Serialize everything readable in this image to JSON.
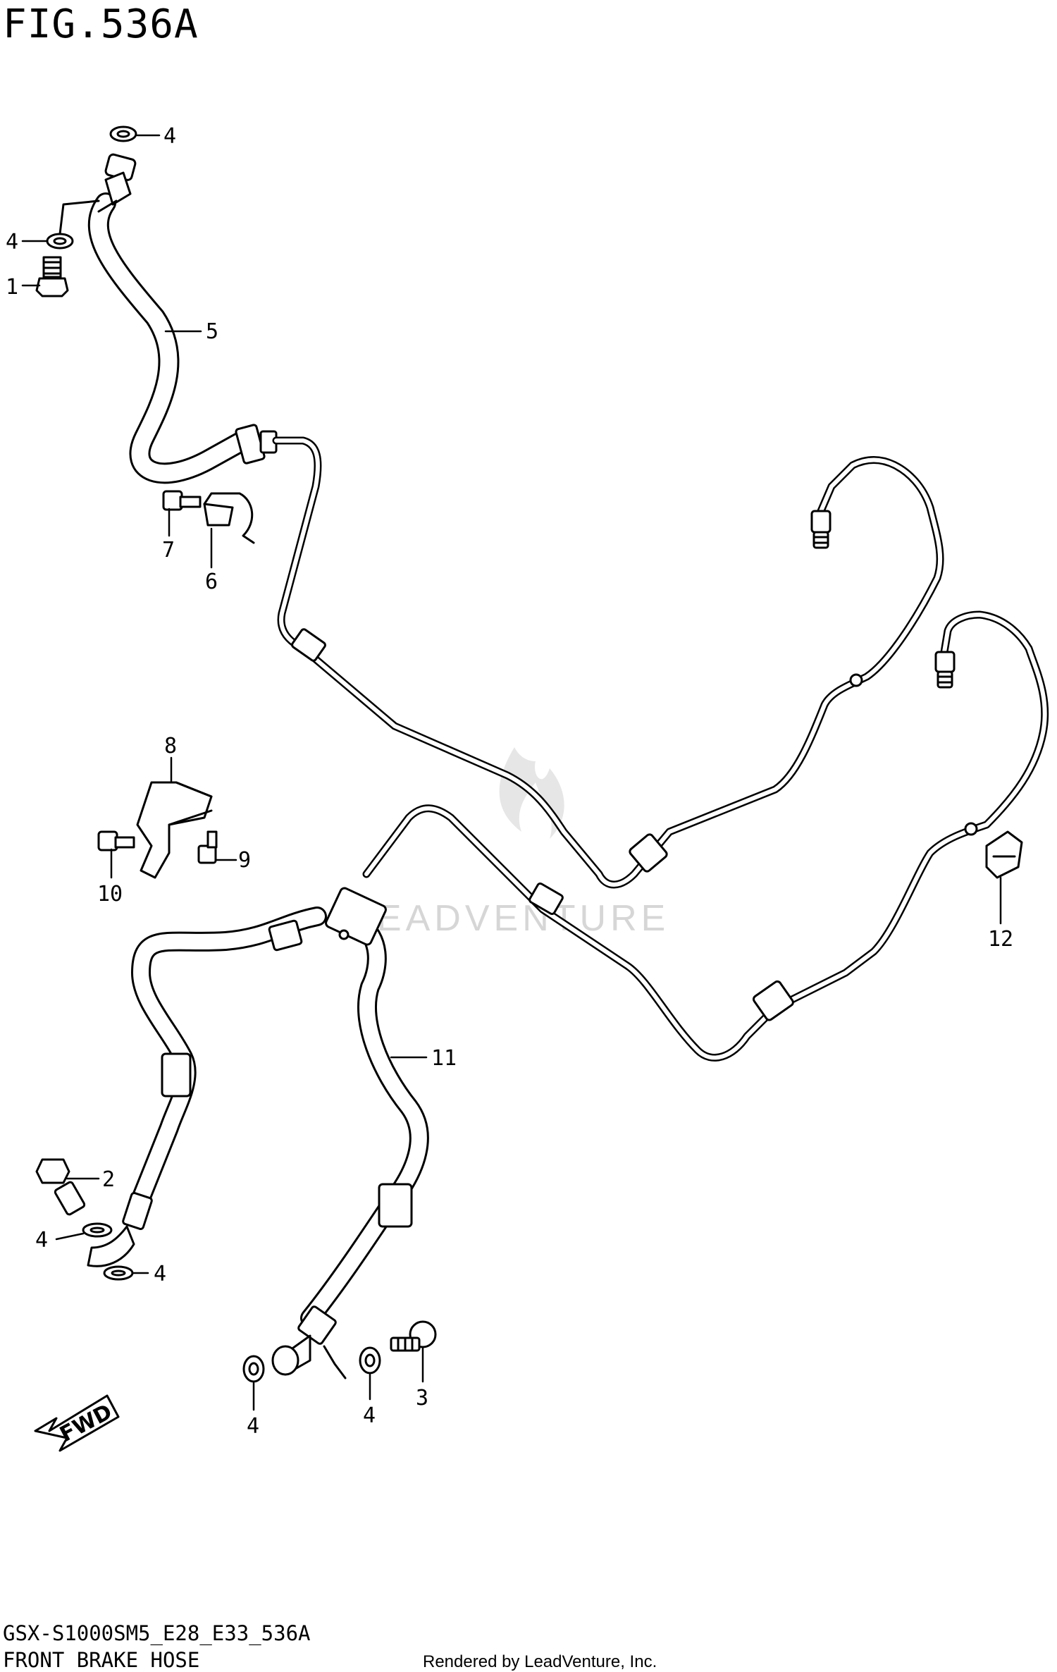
{
  "figure": {
    "title": "FIG.536A",
    "model_code": "GSX-S1000SM5_E28_E33_536A",
    "assembly_name": "FRONT BRAKE HOSE",
    "credit": "Rendered by LeadVenture, Inc.",
    "watermark": "LEADVENTURE",
    "direction_label": "FWD"
  },
  "callouts": [
    {
      "id": "c4a",
      "label": "4",
      "part": "washer"
    },
    {
      "id": "c4b",
      "label": "4",
      "part": "washer"
    },
    {
      "id": "c1",
      "label": "1",
      "part": "union bolt"
    },
    {
      "id": "c5",
      "label": "5",
      "part": "upper brake hose"
    },
    {
      "id": "c7",
      "label": "7",
      "part": "bolt"
    },
    {
      "id": "c6",
      "label": "6",
      "part": "hose clamp"
    },
    {
      "id": "c8",
      "label": "8",
      "part": "bracket"
    },
    {
      "id": "c9",
      "label": "9",
      "part": "bolt"
    },
    {
      "id": "c10",
      "label": "10",
      "part": "bolt"
    },
    {
      "id": "c12",
      "label": "12",
      "part": "clamp"
    },
    {
      "id": "c11",
      "label": "11",
      "part": "lower brake hose"
    },
    {
      "id": "c2",
      "label": "2",
      "part": "union bolt"
    },
    {
      "id": "c4c",
      "label": "4",
      "part": "washer"
    },
    {
      "id": "c4d",
      "label": "4",
      "part": "washer"
    },
    {
      "id": "c3",
      "label": "3",
      "part": "union bolt"
    },
    {
      "id": "c4e",
      "label": "4",
      "part": "washer"
    },
    {
      "id": "c4f",
      "label": "4",
      "part": "washer"
    }
  ],
  "colors": {
    "line": "#000000",
    "background": "#ffffff",
    "watermark": "#d6d6d6"
  }
}
